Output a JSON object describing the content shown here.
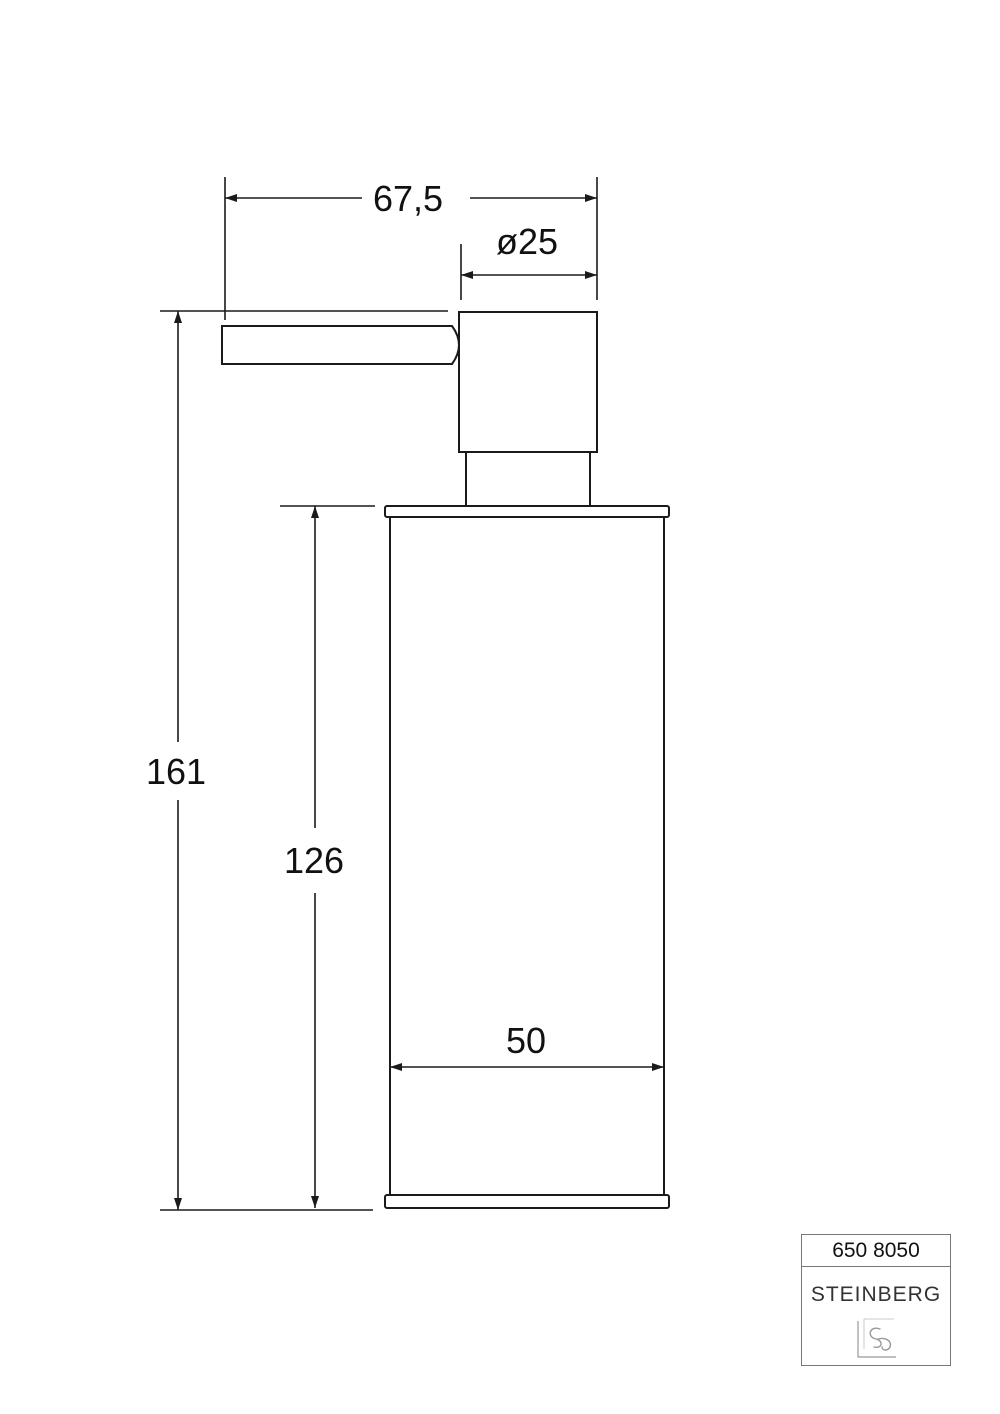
{
  "drawing": {
    "dimensions": {
      "overall_width": "67,5",
      "head_diameter": "ø25",
      "overall_height": "161",
      "body_height": "126",
      "body_width": "50"
    }
  },
  "title_block": {
    "article_number": "650 8050",
    "brand": "STEINBERG",
    "logo_icon": "steinberg-logo-icon"
  },
  "colors": {
    "line": "#1a1a1a",
    "title_block_border": "#777777",
    "logo": "#999999"
  }
}
